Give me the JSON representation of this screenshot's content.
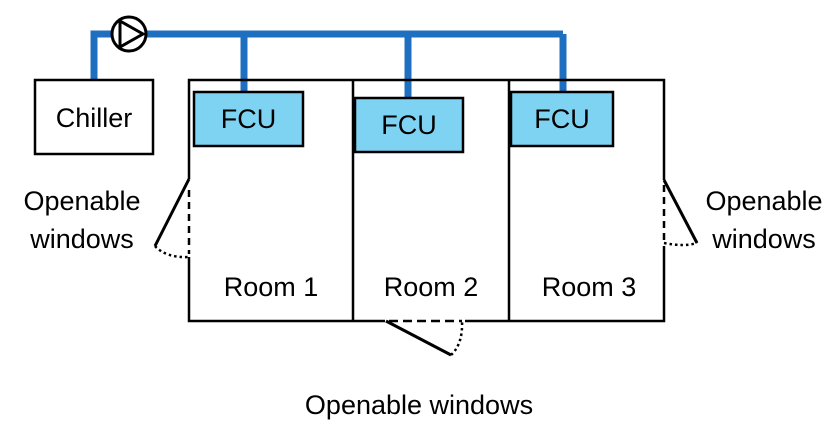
{
  "colors": {
    "pipe": "#1f6fc1",
    "fcu_fill": "#7fd3f2",
    "line": "#000000",
    "background": "#ffffff"
  },
  "icons": {
    "pump": "pump-icon"
  },
  "chiller": {
    "label": "Chiller"
  },
  "rooms": [
    {
      "label": "Room 1",
      "fcu_label": "FCU"
    },
    {
      "label": "Room 2",
      "fcu_label": "FCU"
    },
    {
      "label": "Room 3",
      "fcu_label": "FCU"
    }
  ],
  "windows": {
    "left_line1": "Openable",
    "left_line2": "windows",
    "right_line1": "Openable",
    "right_line2": "windows",
    "bottom": "Openable windows"
  }
}
